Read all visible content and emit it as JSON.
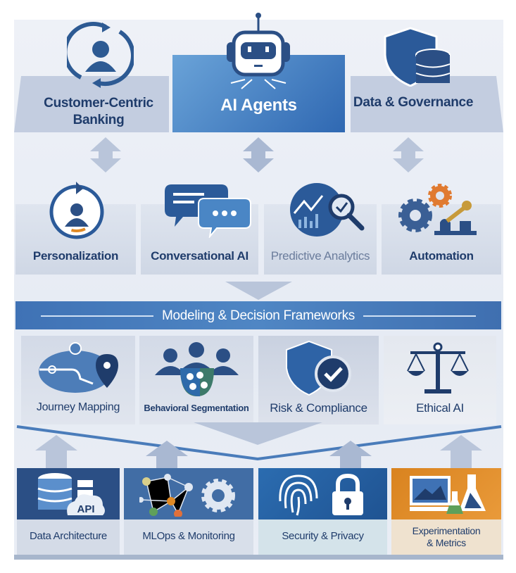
{
  "top_row": [
    {
      "label_line1": "Customer-Centric",
      "label_line2": "Banking",
      "icon": "customer-cycle-icon"
    },
    {
      "label": "AI Agents",
      "icon": "robot-icon"
    },
    {
      "label": "Data & Governance",
      "icon": "shield-database-icon"
    }
  ],
  "capabilities": [
    {
      "label": "Personalization",
      "icon": "personalization-icon"
    },
    {
      "label": "Conversational AI",
      "icon": "chat-bubbles-icon"
    },
    {
      "label": "Predictive Analytics",
      "icon": "analytics-magnifier-icon"
    },
    {
      "label": "Automation",
      "icon": "gears-robot-arm-icon"
    }
  ],
  "banner": {
    "title": "Modeling & Decision Frameworks"
  },
  "frameworks": [
    {
      "label": "Journey Mapping",
      "icon": "journey-map-icon"
    },
    {
      "label": "Behavioral Segmentation",
      "icon": "people-segments-icon"
    },
    {
      "label": "Risk & Compliance",
      "icon": "shield-check-icon"
    },
    {
      "label": "Ethical AI",
      "icon": "scales-icon"
    }
  ],
  "foundations": [
    {
      "label": "Data Architecture",
      "icon": "database-api-icon"
    },
    {
      "label": "MLOps & Monitoring",
      "icon": "network-gear-icon"
    },
    {
      "label": "Security & Privacy",
      "icon": "fingerprint-lock-icon"
    },
    {
      "label_line1": "Experimentation",
      "label_line2": "& Metrics",
      "icon": "monitor-flask-icon"
    }
  ],
  "colors": {
    "navy": "#1f3c6b",
    "blue": "#3f72b5",
    "orange": "#e08a26"
  }
}
